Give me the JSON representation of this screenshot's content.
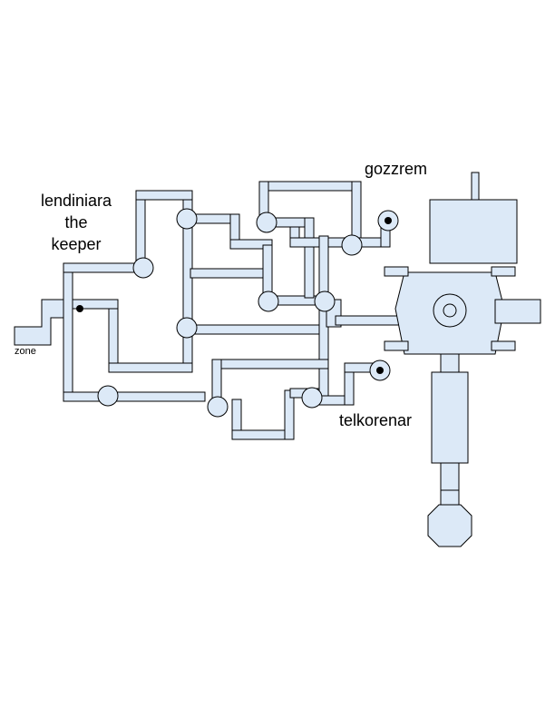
{
  "map": {
    "colors": {
      "fill": "#dce9f7",
      "stroke": "#000000",
      "marker": "#000000",
      "background": "#ffffff"
    },
    "labels": {
      "lendiniara": [
        "lendiniara",
        "the",
        "keeper"
      ],
      "gozzrem": "gozzrem",
      "telkorenar": "telkorenar",
      "zone": "zone"
    },
    "markers": [
      "lendiniara-marker",
      "gozzrem-marker",
      "telkorenar-marker"
    ]
  }
}
